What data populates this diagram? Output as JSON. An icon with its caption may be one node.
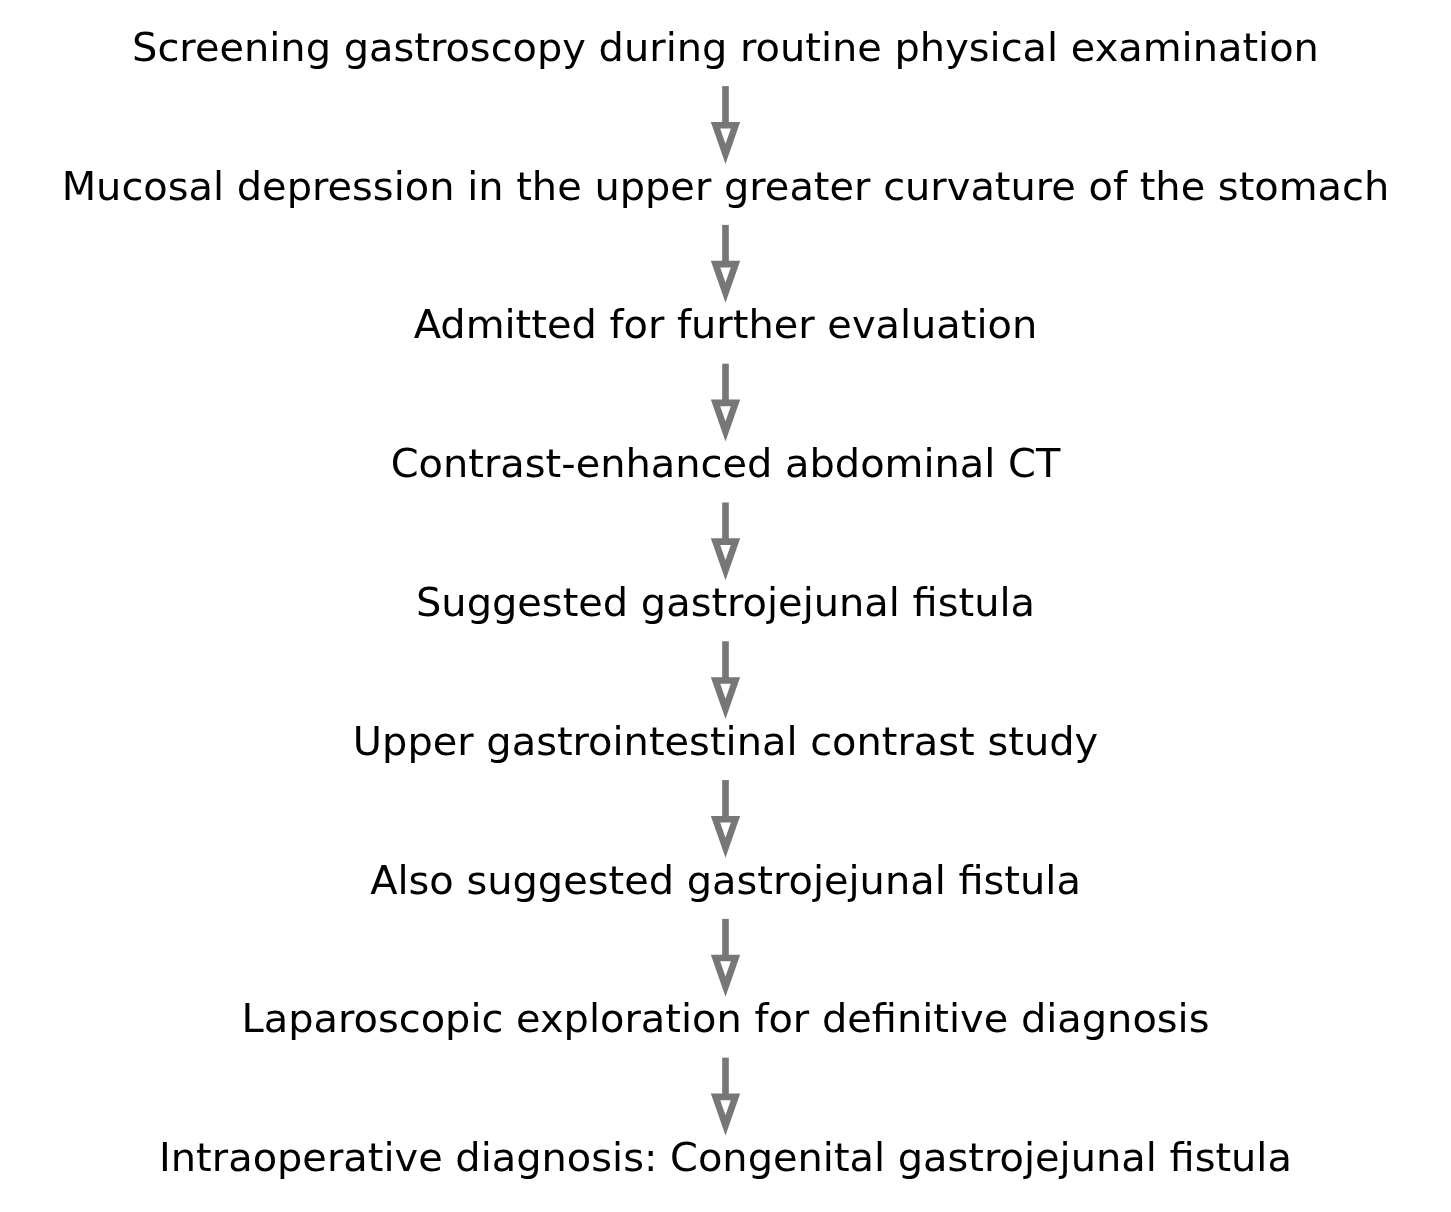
{
  "diagram": {
    "nodes": [
      {
        "text": [
          "Screening gastroscopy during routine physical examination"
        ]
      },
      {
        "text": [
          "Mucosal depression in the upper greater curvature of the stomach"
        ]
      },
      {
        "text": [
          "Admitted for further evaluation"
        ]
      },
      {
        "text": [
          "Contrast-enhanced abdominal CT"
        ]
      },
      {
        "text": [
          "Suggested gastrojejunal fistula"
        ]
      },
      {
        "text": [
          "Upper gastrointestinal contrast study"
        ]
      },
      {
        "text": [
          "Also suggested gastrojejunal fistula"
        ]
      },
      {
        "text": [
          "Laparoscopic exploration for definitive diagnosis"
        ]
      },
      {
        "text": [
          "Intraoperative diagnosis: Congenital gastrojejunal fistula"
        ]
      }
    ],
    "edges": [
      {
        "from": 0,
        "to": 1,
        "arrow": "to"
      },
      {
        "from": 1,
        "to": 2,
        "arrow": "to"
      },
      {
        "from": 2,
        "to": 3,
        "arrow": "to"
      },
      {
        "from": 3,
        "to": 4,
        "arrow": "to"
      },
      {
        "from": 4,
        "to": 5,
        "arrow": "to"
      },
      {
        "from": 5,
        "to": 6,
        "arrow": "to"
      },
      {
        "from": 6,
        "to": 7,
        "arrow": "to"
      },
      {
        "from": 7,
        "to": 8,
        "arrow": "to"
      }
    ]
  }
}
